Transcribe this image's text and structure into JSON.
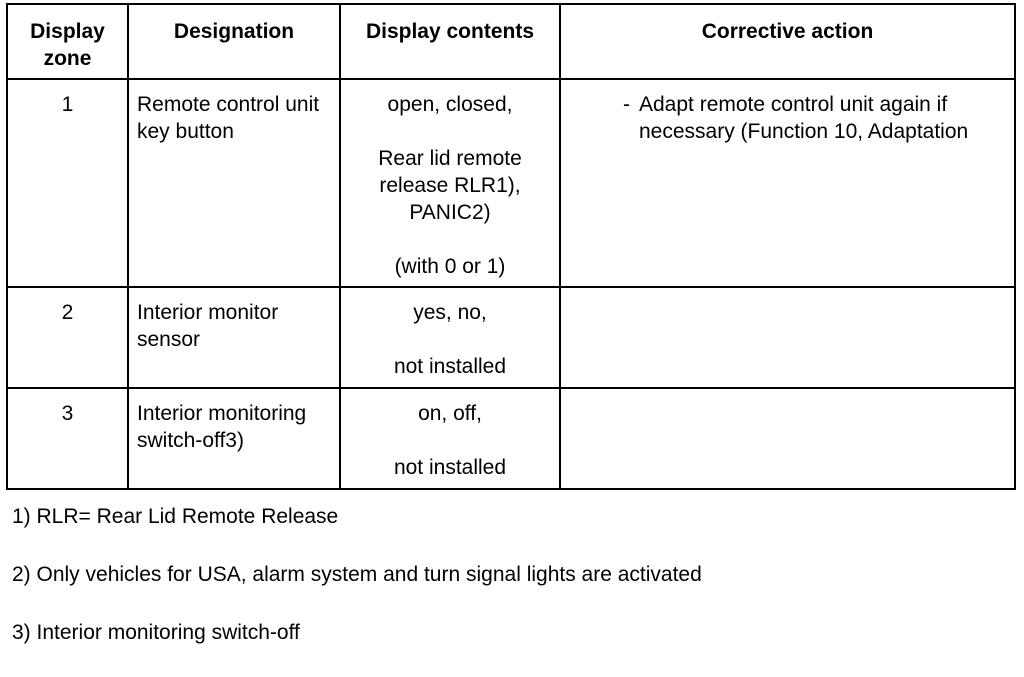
{
  "table": {
    "headers": {
      "zone_line1": "Display",
      "zone_line2": "zone",
      "designation": "Designation",
      "contents": "Display contents",
      "action": "Corrective action"
    },
    "rows": [
      {
        "zone": "1",
        "designation": "Remote control unit key button",
        "contents": [
          "open, closed,",
          "Rear lid remote release RLR1), PANIC2)",
          "(with 0 or 1)"
        ],
        "action_dash": "-",
        "action": "Adapt remote control unit again if necessary (Function 10, Adaptation"
      },
      {
        "zone": "2",
        "designation": "Interior monitor sensor",
        "contents": [
          "yes, no,",
          "not installed"
        ],
        "action": ""
      },
      {
        "zone": "3",
        "designation": "Interior monitoring switch-off3)",
        "contents": [
          "on, off,",
          "not installed"
        ],
        "action": ""
      }
    ]
  },
  "footnotes": [
    "1) RLR= Rear Lid Remote Release",
    "2) Only vehicles for USA, alarm system and turn signal lights are activated",
    "3) Interior monitoring switch-off"
  ]
}
